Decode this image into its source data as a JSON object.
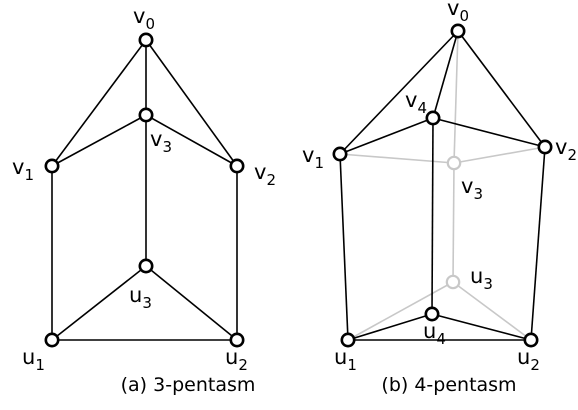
{
  "diagram_a": {
    "caption": "(a) 3-pentasm",
    "vertices": {
      "v0": {
        "name": "v",
        "sub": "0"
      },
      "v1": {
        "name": "v",
        "sub": "1"
      },
      "v2": {
        "name": "v",
        "sub": "2"
      },
      "v3": {
        "name": "v",
        "sub": "3"
      },
      "u1": {
        "name": "u",
        "sub": "1"
      },
      "u2": {
        "name": "u",
        "sub": "2"
      },
      "u3": {
        "name": "u",
        "sub": "3"
      }
    },
    "edges": [
      [
        "v0",
        "v1"
      ],
      [
        "v0",
        "v2"
      ],
      [
        "v0",
        "v3"
      ],
      [
        "v3",
        "v1"
      ],
      [
        "v3",
        "v2"
      ],
      [
        "v3",
        "u3"
      ],
      [
        "v1",
        "u1"
      ],
      [
        "v2",
        "u2"
      ],
      [
        "u1",
        "u2"
      ],
      [
        "u3",
        "u1"
      ],
      [
        "u3",
        "u2"
      ]
    ]
  },
  "diagram_b": {
    "caption": "(b) 4-pentasm",
    "vertices": {
      "v0": {
        "name": "v",
        "sub": "0"
      },
      "v1": {
        "name": "v",
        "sub": "1"
      },
      "v2": {
        "name": "v",
        "sub": "2"
      },
      "v3": {
        "name": "v",
        "sub": "3",
        "hidden": true
      },
      "v4": {
        "name": "v",
        "sub": "4"
      },
      "u1": {
        "name": "u",
        "sub": "1"
      },
      "u2": {
        "name": "u",
        "sub": "2"
      },
      "u3": {
        "name": "u",
        "sub": "3",
        "hidden": true
      },
      "u4": {
        "name": "u",
        "sub": "4"
      }
    },
    "edges": [
      [
        "v0",
        "v1"
      ],
      [
        "v0",
        "v2"
      ],
      [
        "v0",
        "v4"
      ],
      [
        "v4",
        "v1"
      ],
      [
        "v4",
        "v2"
      ],
      [
        "v4",
        "u4"
      ],
      [
        "v1",
        "u1"
      ],
      [
        "v2",
        "u2"
      ],
      [
        "u1",
        "u2"
      ],
      [
        "u4",
        "u1"
      ],
      [
        "u4",
        "u2"
      ]
    ],
    "hidden_edges": [
      [
        "v0",
        "v3"
      ],
      [
        "v3",
        "v1"
      ],
      [
        "v3",
        "v2"
      ],
      [
        "v3",
        "u3"
      ],
      [
        "u3",
        "u1"
      ],
      [
        "u3",
        "u2"
      ]
    ]
  },
  "colors": {
    "edge": "#000000",
    "hidden_edge": "#c8c8c8",
    "vertex_fill": "#ffffff"
  }
}
